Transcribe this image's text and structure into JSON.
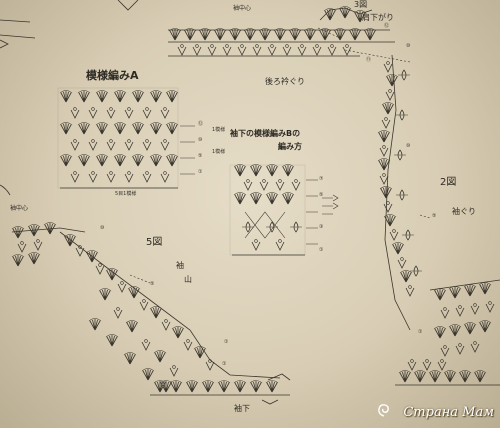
{
  "labels": {
    "fig3": "3図",
    "shoulder_down": "肩下がり",
    "sleeve_center_top": "袖中心",
    "back_neck": "後ろ衿ぐり",
    "pattern_a_title": "模様編みA",
    "pattern_a_repeat_a": "1模様",
    "pattern_a_repeat_b": "1模様",
    "pattern_a_bottom": "5目1模様",
    "pattern_b_title_line1": "袖下の模様編みBの",
    "pattern_b_title_line2": "編み方",
    "fig2": "2図",
    "armhole": "袖ぐり",
    "sleeve_center_left": "袖中心",
    "fig5": "5図",
    "sleeve_cap_1": "袖",
    "sleeve_cap_2": "山",
    "underarm": "袖下"
  },
  "row_markers": {
    "yoke_top": "⑫",
    "back_right": "⑪",
    "fig3_right": "⑩",
    "fig2_mid": "⑩",
    "fig2_lower": "⑤",
    "fig2_bottom": "①",
    "fig5_top": "⑩",
    "fig5_mid": "⑤",
    "fig5_lower": "①",
    "fig5_bottom": "①",
    "pat_a_1": "⑫",
    "pat_a_2": "⑩",
    "pat_a_3": "⑤",
    "pat_a_4": "①",
    "pat_b_1": "⑦",
    "pat_b_2": "⑤",
    "pat_b_3": "③",
    "pat_b_4": "①"
  },
  "watermark": {
    "text": "Страна Мам"
  },
  "colors": {
    "ink": "#2e2a24",
    "paper": "#e2d9c3"
  }
}
